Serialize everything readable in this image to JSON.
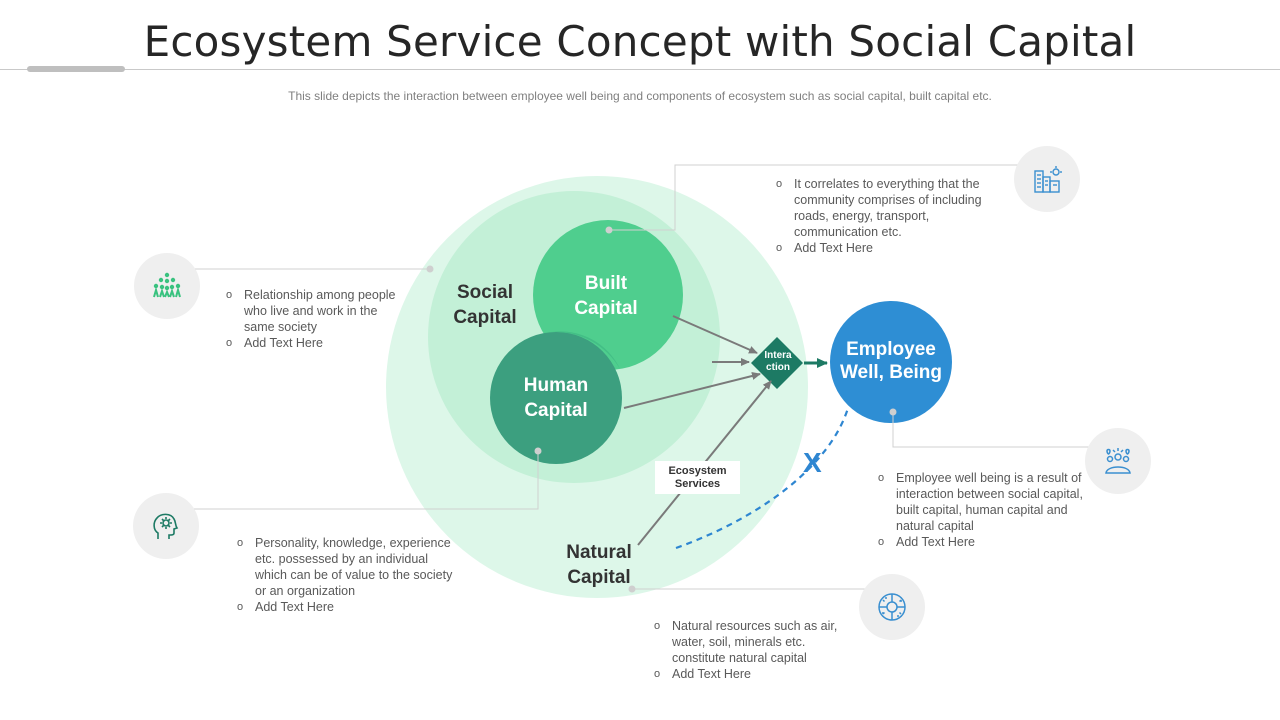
{
  "header": {
    "title": "Ecosystem Service Concept with Social Capital",
    "subtitle": "This slide depicts the interaction between employee well being and components of ecosystem such as social capital, built capital etc."
  },
  "diagram": {
    "natural_capital": "Natural Capital",
    "social_capital": "Social Capital",
    "built_capital": "Built Capital",
    "human_capital": "Human Capital",
    "interaction": "Intera ction",
    "employee_wellbeing": "Employee Well, Being",
    "ecosystem_services": "Ecosystem Services",
    "x_mark": "X"
  },
  "notes": {
    "social": [
      "Relationship among people who live and work in the same society",
      "Add Text Here"
    ],
    "built": [
      "It correlates to everything that the community comprises of including roads, energy, transport, communication etc.",
      "Add Text Here"
    ],
    "human": [
      "Personality, knowledge, experience etc. possessed by an individual which can be of value to the society or an organization",
      "Add Text Here"
    ],
    "employee": [
      "Employee well being is a result of interaction between social capital, built capital, human capital and natural capital",
      "Add Text Here"
    ],
    "natural": [
      "Natural resources such as air, water, soil, minerals etc. constitute natural capital",
      "Add Text Here"
    ]
  },
  "bullet_glyph": "o",
  "colors": {
    "natural": "#ddf7e9",
    "social": "#c3f0d7",
    "built": "#4fce8e",
    "human": "#3c9f7f",
    "interaction": "#1d7a64",
    "employee": "#2e8ed4",
    "icon_green": "#39c27f",
    "icon_blue": "#3a8fd0"
  },
  "icons": [
    "people-group-icon",
    "city-buildings-icon",
    "head-gear-icon",
    "wellbeing-people-icon",
    "natural-resources-icon"
  ]
}
